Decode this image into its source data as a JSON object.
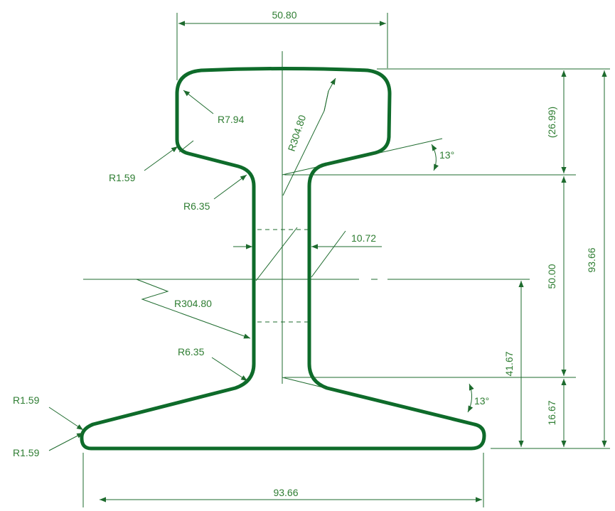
{
  "colors": {
    "line": "#1e6b2e",
    "profile": "#0e6b2a",
    "text": "#2e7d32"
  },
  "dimensions": {
    "head_width": "50.80",
    "base_width": "93.66",
    "web_thickness": "10.72",
    "total_height": "93.66",
    "head_depth": "(26.99)",
    "web_height": "50.00",
    "base_height": "16.67",
    "neutral_axis_height": "41.67"
  },
  "radii": {
    "head_corner": "R7.94",
    "head_underside": "R1.59",
    "head_fillet": "R6.35",
    "web_arc_upper": "R304.80",
    "web_arc_lower": "R304.80",
    "base_fillet": "R6.35",
    "base_top_corner": "R1.59",
    "base_bottom_corner": "R1.59"
  },
  "angles": {
    "head_slope": "13°",
    "base_slope": "13°"
  }
}
